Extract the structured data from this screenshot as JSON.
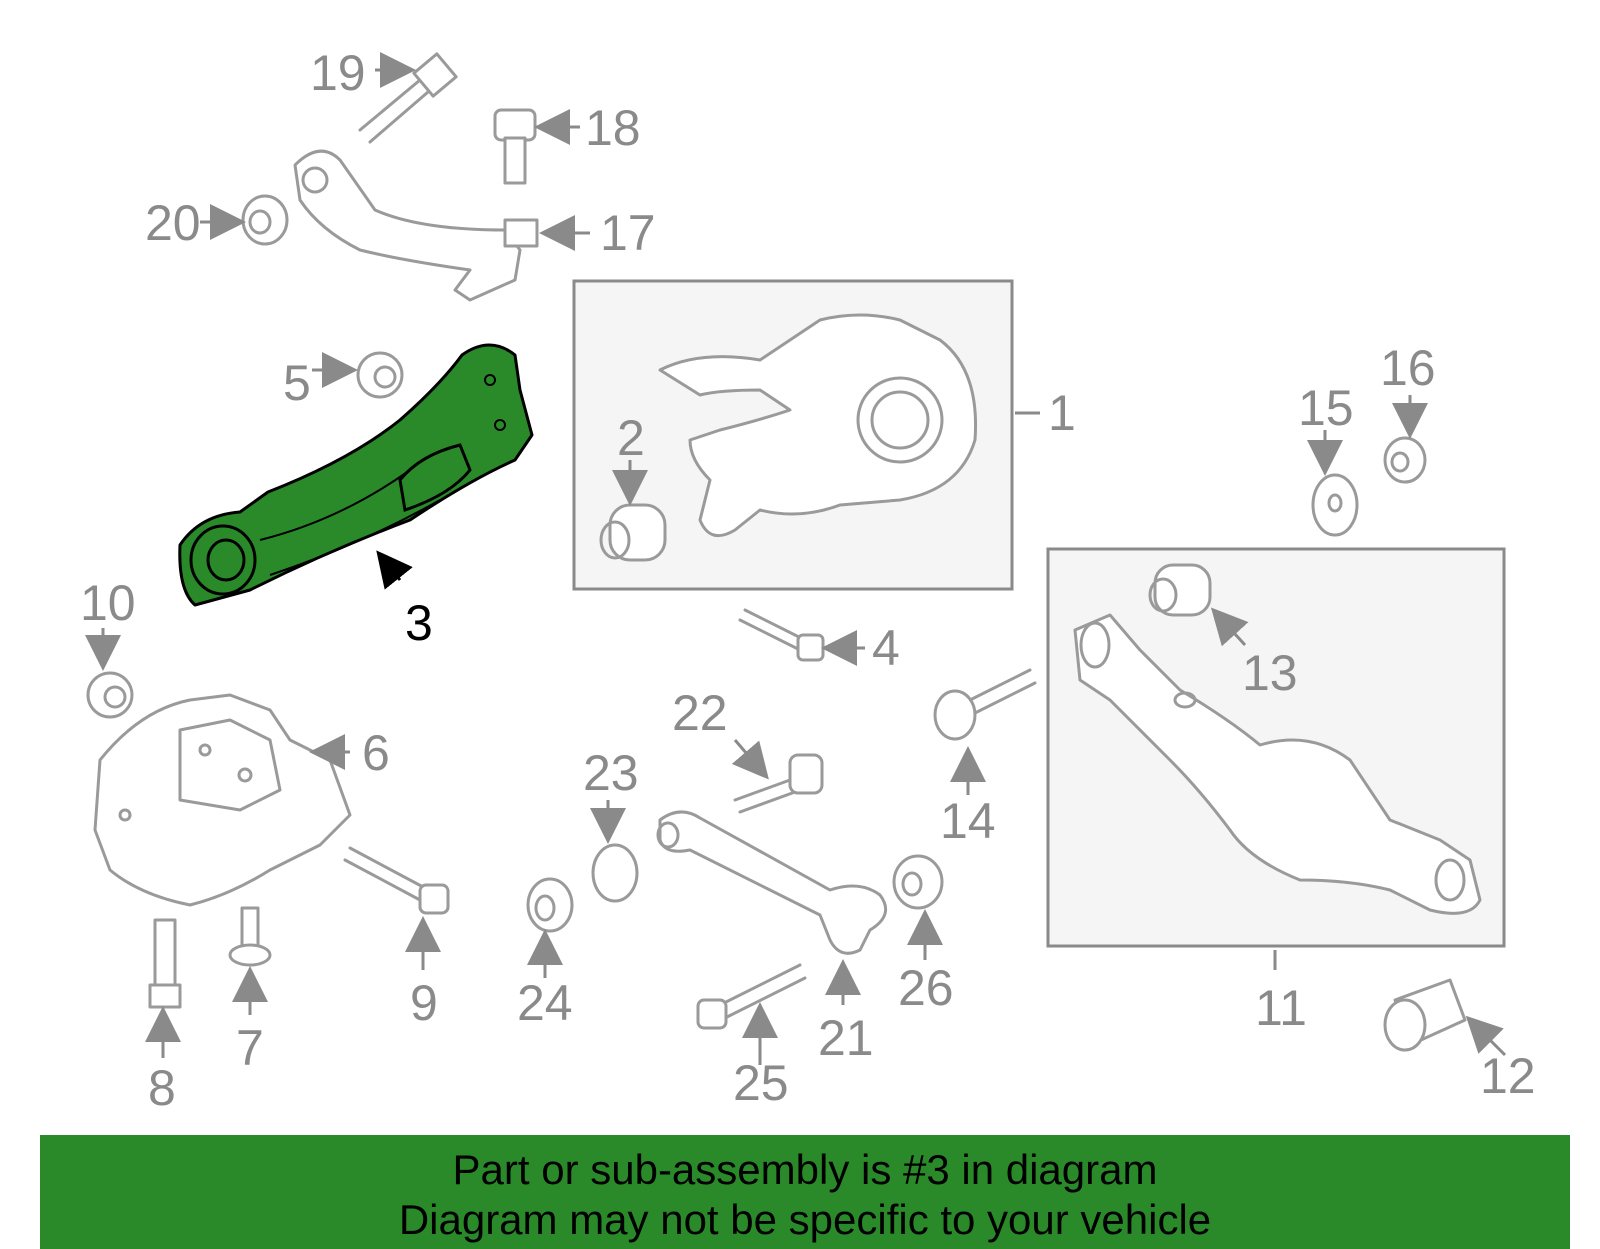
{
  "highlight": {
    "part_number": "3",
    "fill_color": "#2a8a2a"
  },
  "callouts": {
    "c1": "1",
    "c2": "2",
    "c3": "3",
    "c4": "4",
    "c5": "5",
    "c6": "6",
    "c7": "7",
    "c8": "8",
    "c9": "9",
    "c10": "10",
    "c11": "11",
    "c12": "12",
    "c13": "13",
    "c14": "14",
    "c15": "15",
    "c16": "16",
    "c17": "17",
    "c18": "18",
    "c19": "19",
    "c20": "20",
    "c21": "21",
    "c22": "22",
    "c23": "23",
    "c24": "24",
    "c25": "25",
    "c26": "26"
  },
  "footer": {
    "line1": "Part or sub-assembly is #3 in diagram",
    "line2": "Diagram may not be specific to your vehicle",
    "background_color": "#2a8a2a"
  }
}
